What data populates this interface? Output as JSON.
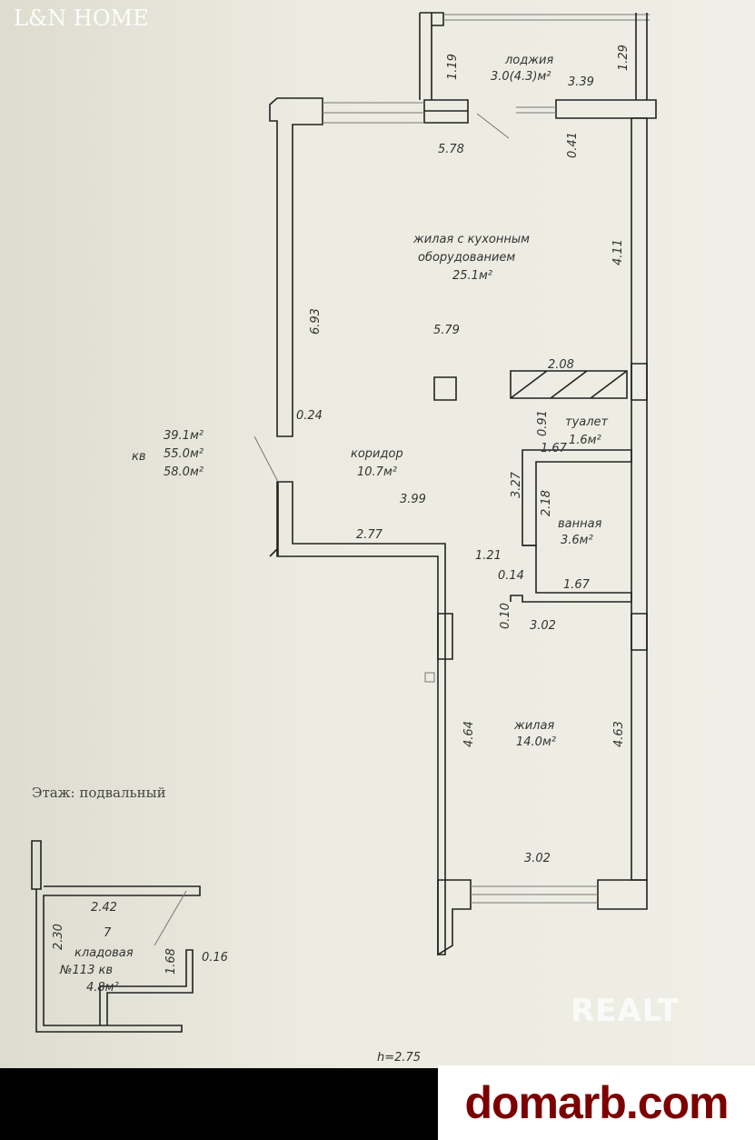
{
  "watermarks": {
    "agency": "L&N HOME",
    "realt": "REALT",
    "site": "domarb.com"
  },
  "loggia": {
    "name": "лоджия",
    "area": "3.0(4.3)м²",
    "width": "3.39",
    "dim_left": "1.19",
    "dim_right": "1.29"
  },
  "living_kitchen": {
    "line1": "жилая с кухонным",
    "line2": "оборудованием",
    "area": "25.1м²",
    "dim_top": "5.78",
    "dim_right": "4.11",
    "dim_small": "0.41",
    "dim_mid": "5.79",
    "dim_left": "6.93"
  },
  "cabinet_width": "2.08",
  "dim_024": "0.24",
  "toilet": {
    "name": "туалет",
    "area": "1.6м²",
    "dim_h": "0.91",
    "dim_w": "1.67"
  },
  "apartment_totals": {
    "label": "кв",
    "a1": "39.1м²",
    "a2": "55.0м²",
    "a3": "58.0м²"
  },
  "corridor": {
    "name": "коридор",
    "area": "10.7м²",
    "dim_len": "3.99",
    "dim_w": "2.77",
    "dim_h": "3.27",
    "dim_121": "1.21"
  },
  "bathroom": {
    "name": "ванная",
    "area": "3.6м²",
    "dim_h": "2.18",
    "dim_014": "0.14",
    "dim_w": "1.67"
  },
  "dim_010": "0.10",
  "dim_302_mid": "3.02",
  "living_room": {
    "name": "жилая",
    "area": "14.0м²",
    "dim_left": "4.64",
    "dim_right": "4.63",
    "dim_bottom": "3.02"
  },
  "basement": {
    "floor_label": "Этаж: подвальный",
    "number": "7",
    "name": "кладовая",
    "apt": "№113 кв",
    "area": "4.8м²",
    "dim_w": "2.42",
    "dim_h": "2.30",
    "dim_168": "1.68",
    "dim_016": "0.16"
  },
  "ceiling_height": "h=2.75"
}
